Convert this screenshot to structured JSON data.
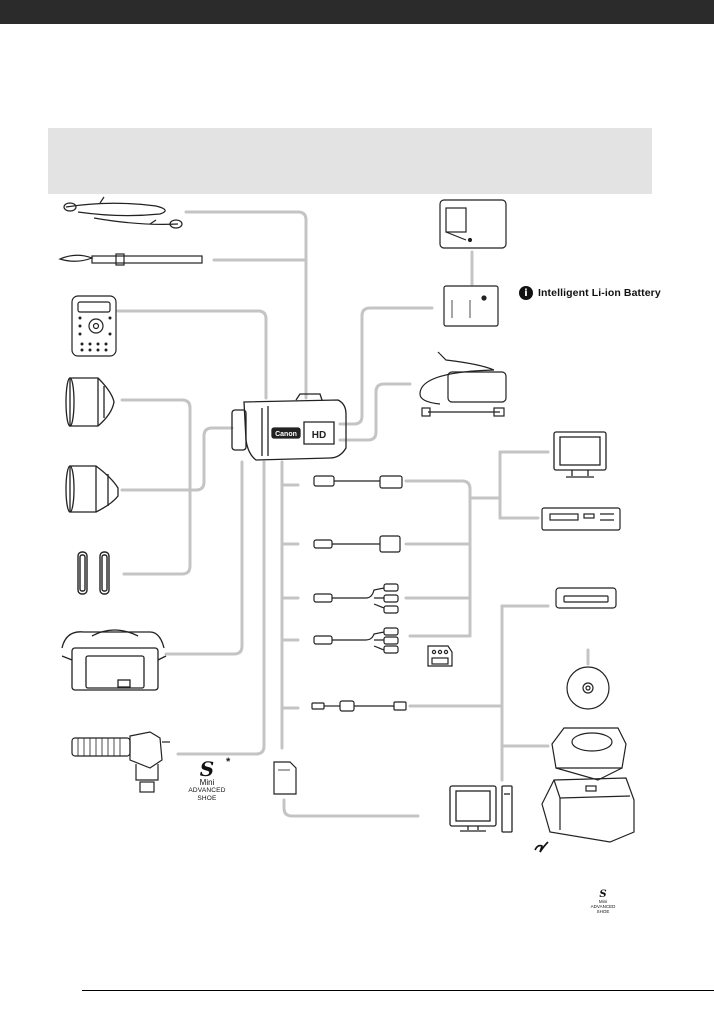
{
  "brand": {
    "logo_text": "Canon",
    "hd_mark": "HD"
  },
  "battery_label": {
    "icon": "i",
    "text": "Intelligent Li-ion Battery"
  },
  "mini_advanced_shoe": {
    "mark": "S",
    "line1": "Mini",
    "line2": "ADVANCED SHOE",
    "asterisk": "*"
  },
  "mini_advanced_shoe_small": {
    "mark": "S",
    "line1": "Mini",
    "line2": "ADVANCED SHOE"
  },
  "accessories": [
    "shoulder-strap-icon",
    "wrist-strap-icon",
    "remote-controller-icon",
    "tele-converter-icon",
    "wide-converter-icon",
    "filter-rings-icon",
    "soft-carrying-case-icon",
    "surround-microphone-icon",
    "battery-charger-icon",
    "battery-pack-icon",
    "compact-power-adapter-icon",
    "camcorder-icon",
    "tv-icon",
    "vcr-icon",
    "dvd-burner-icon",
    "dvd-disc-icon",
    "photo-printer-icon",
    "card-printer-icon",
    "computer-icon",
    "memory-card-icon",
    "hdmi-cable-icon",
    "component-cable-icon",
    "stereo-video-cable-icon",
    "av-cable-icon",
    "scart-adapter-icon",
    "usb-cable-icon"
  ]
}
